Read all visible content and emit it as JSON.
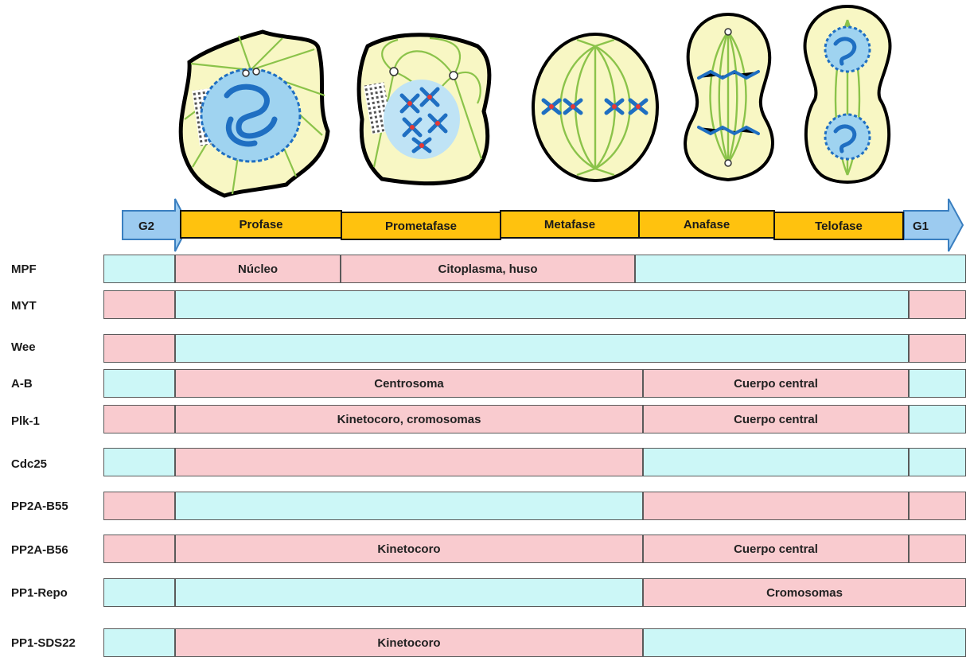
{
  "phases": {
    "g2": "G2",
    "g1": "G1",
    "profase": "Profase",
    "prometafase": "Prometafase",
    "metafase": "Metafase",
    "anafase": "Anafase",
    "telofase": "Telofase"
  },
  "colors": {
    "active": "#F9CBCF",
    "inactive": "#CCF7F7",
    "phase_fill": "#FFC20E",
    "arrow_fill": "#9CCBF0",
    "cytoplasm": "#F8F7C4",
    "nucleus": "#9FD3F0",
    "chromatin": "#1F6FC2",
    "spindle": "#8BC34A"
  },
  "rows": [
    {
      "label": "MPF",
      "segments": [
        {
          "state": "inactive",
          "text": ""
        },
        {
          "state": "active",
          "text": "Núcleo"
        },
        {
          "state": "active",
          "text": "Citoplasma, huso"
        },
        {
          "state": "inactive",
          "text": ""
        }
      ]
    },
    {
      "label": "MYT",
      "segments": [
        {
          "state": "active",
          "text": ""
        },
        {
          "state": "inactive",
          "text": ""
        },
        {
          "state": "active",
          "text": ""
        }
      ]
    },
    {
      "label": "Wee",
      "segments": [
        {
          "state": "active",
          "text": ""
        },
        {
          "state": "inactive",
          "text": ""
        },
        {
          "state": "active",
          "text": ""
        }
      ]
    },
    {
      "label": "A-B",
      "segments": [
        {
          "state": "inactive",
          "text": ""
        },
        {
          "state": "active",
          "text": "Centrosoma"
        },
        {
          "state": "active",
          "text": "Cuerpo central"
        },
        {
          "state": "inactive",
          "text": ""
        }
      ]
    },
    {
      "label": "Plk-1",
      "segments": [
        {
          "state": "active",
          "text": ""
        },
        {
          "state": "active",
          "text": "Kinetocoro, cromosomas"
        },
        {
          "state": "active",
          "text": "Cuerpo central"
        },
        {
          "state": "inactive",
          "text": ""
        }
      ]
    },
    {
      "label": "Cdc25",
      "segments": [
        {
          "state": "inactive",
          "text": ""
        },
        {
          "state": "active",
          "text": ""
        },
        {
          "state": "inactive",
          "text": ""
        },
        {
          "state": "inactive",
          "text": ""
        }
      ]
    },
    {
      "label": "PP2A-B55",
      "segments": [
        {
          "state": "active",
          "text": ""
        },
        {
          "state": "inactive",
          "text": ""
        },
        {
          "state": "active",
          "text": ""
        },
        {
          "state": "active",
          "text": ""
        }
      ]
    },
    {
      "label": "PP2A-B56",
      "segments": [
        {
          "state": "active",
          "text": ""
        },
        {
          "state": "active",
          "text": "Kinetocoro"
        },
        {
          "state": "active",
          "text": "Cuerpo central"
        },
        {
          "state": "active",
          "text": ""
        }
      ]
    },
    {
      "label": "PP1-Repo",
      "segments": [
        {
          "state": "inactive",
          "text": ""
        },
        {
          "state": "inactive",
          "text": ""
        },
        {
          "state": "active",
          "text": "Cromosomas"
        }
      ]
    },
    {
      "label": "PP1-SDS22",
      "segments": [
        {
          "state": "inactive",
          "text": ""
        },
        {
          "state": "active",
          "text": "Kinetocoro"
        },
        {
          "state": "inactive",
          "text": ""
        }
      ]
    }
  ]
}
